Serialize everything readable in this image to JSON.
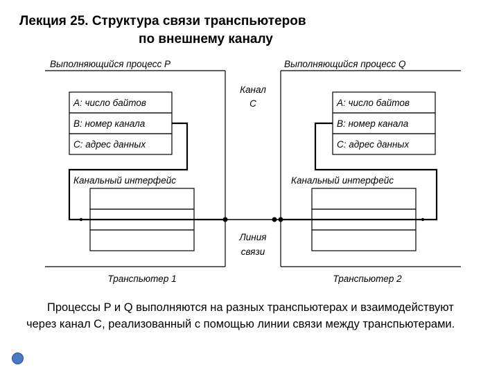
{
  "slide": {
    "title_line1": "Лекция 25.  Структура связи транспьютеров",
    "title_line2": "по внешнему каналу"
  },
  "diagram": {
    "process_p": "Выполняющийся процесс P",
    "process_q": "Выполняющийся процесс Q",
    "channel_label_1": "Канал",
    "channel_label_2": "C",
    "left_fields": [
      "A: число байтов",
      "B: номер канала",
      "C: адрес данных"
    ],
    "right_fields": [
      "A: число байтов",
      "B: номер канала",
      "C: адрес данных"
    ],
    "left_interface": "Канальный интерфейс",
    "right_interface": "Канальный интерфейс",
    "link_label_1": "Линия",
    "link_label_2": "связи",
    "transputer_1": "Транспьютер 1",
    "transputer_2": "Транспьютер 2"
  },
  "caption": "Процессы P и Q выполняются на разных транспьютерах и взаимодействуют через канал C, реализованный с помощью линии связи между транспьютерами.",
  "colors": {
    "nav_dot": "#4a78c8"
  }
}
